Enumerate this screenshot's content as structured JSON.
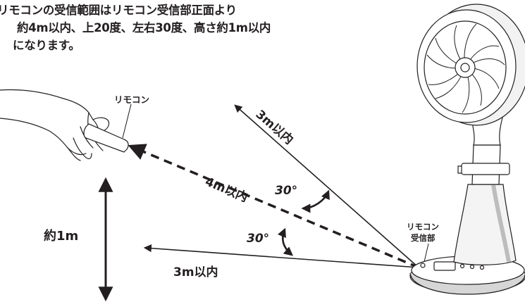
{
  "intro": {
    "line1": "リモコンの受信範囲はリモコン受信部正面より",
    "line2": "約4m以内、上20度、左右30度、高さ約1m以内",
    "line3": "になります。"
  },
  "labels": {
    "remote": "リモコン",
    "receiver_line1": "リモコン",
    "receiver_line2": "受信部",
    "dist_upper": "3m以内",
    "dist_center": "4m以内",
    "dist_lower": "3m以内",
    "angle_upper": "30°",
    "angle_lower": "30°",
    "height": "約1m"
  },
  "colors": {
    "ink": "#231f20",
    "fan_body": "#ffffff",
    "fan_shade": "#c8c8c8"
  },
  "icons": [
    "hand-holding-remote-illustration",
    "circulator-fan-illustration"
  ]
}
